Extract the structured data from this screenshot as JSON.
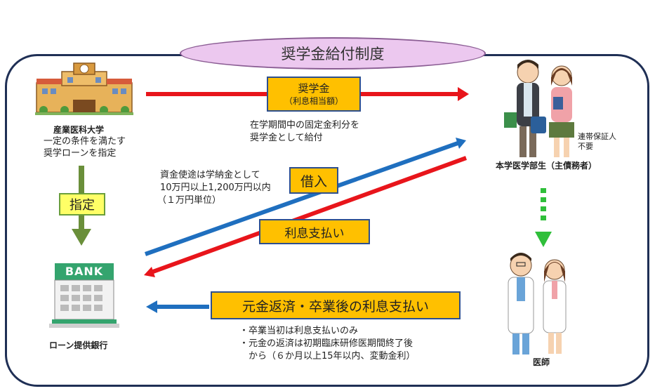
{
  "title": "奨学金給付制度",
  "university": {
    "name": "産業医科大学",
    "lines": [
      "一定の条件を満たす",
      "奨学ローンを指定"
    ]
  },
  "scholarship_box": {
    "line1": "奨学金",
    "line2": "（利息相当額）"
  },
  "scholarship_note": [
    "在学期間中の固定金利分を",
    "奨学金として給付"
  ],
  "student_label": "本学医学部生（主債務者）",
  "guarantor_note": [
    "連帯保証人",
    "不要"
  ],
  "designation_label": "指定",
  "loan_terms": [
    "資金使途は学納金として",
    "10万円以上1,200万円以内",
    "（１万円単位）"
  ],
  "borrow_label": "借入",
  "interest_label": "利息支払い",
  "repay_label": "元金返済・卒業後の利息支払い",
  "repay_notes": [
    "・卒業当初は利息支払いのみ",
    "・元金の返済は初期臨床研修医期間終了後",
    "　から（６か月以上15年以内、変動金利）"
  ],
  "bank": {
    "sign": "BANK",
    "name": "ローン提供銀行"
  },
  "doctor_label": "医師",
  "colors": {
    "red_arrow": "#e8151b",
    "blue_arrow": "#1f6fbf",
    "green_arrow": "#6a8f3a",
    "dotted_green": "#2fbf3a",
    "orange_box": "#ffc000",
    "frame": "#1f2f55"
  }
}
